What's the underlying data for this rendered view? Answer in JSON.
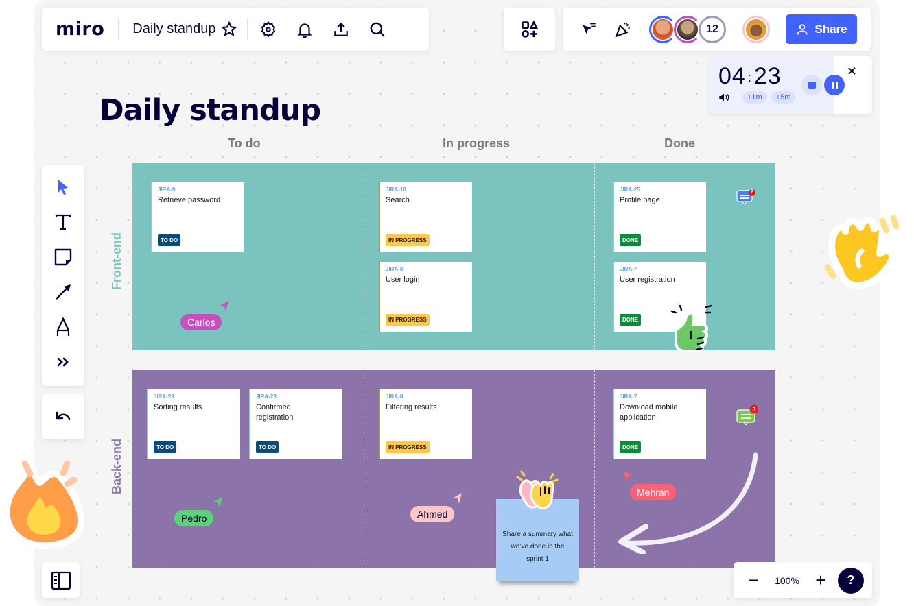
{
  "app": {
    "logo": "miro",
    "board_title": "Daily standup"
  },
  "header": {
    "icons": [
      "star-icon",
      "settings-icon",
      "bell-icon",
      "upload-icon",
      "search-icon"
    ],
    "apps_icon": "shapes-plus-icon",
    "reactions_icons": [
      "cursor-filter-icon",
      "party-popper-icon"
    ],
    "collaborators": [
      {
        "name": "collaborator-1",
        "ring": "#4262ff",
        "skin": "#e6a57e"
      },
      {
        "name": "collaborator-2",
        "ring": "#c14fc1",
        "skin": "#c9a27f"
      }
    ],
    "extra_count": "12",
    "current_user_ring": "#ffc6c6",
    "share_label": "Share"
  },
  "timer": {
    "minutes": "04",
    "seconds": "23",
    "add1": "+1m",
    "add5": "+5m",
    "close": "✕"
  },
  "board": {
    "title": "Daily standup",
    "columns": [
      "To do",
      "In progress",
      "Done"
    ],
    "lanes": [
      {
        "label": "Front-end",
        "color": "#7ac3be",
        "label_color": "#7ac3be",
        "cards": [
          {
            "id": "JIRA-9",
            "title": "Retrieve password",
            "status": "TO DO"
          },
          {
            "id": "JIRA-10",
            "title": "Search",
            "status": "IN PROGRESS"
          },
          {
            "id": "JIRA-8",
            "title": "User login",
            "status": "IN PROGRESS"
          },
          {
            "id": "JIRA-25",
            "title": "Profile page",
            "status": "DONE"
          },
          {
            "id": "JIRA-7",
            "title": "User registration",
            "status": "DONE"
          }
        ],
        "comment_count": "2"
      },
      {
        "label": "Back-end",
        "color": "#8c74aa",
        "label_color": "#8c74aa",
        "cards": [
          {
            "id": "JIRA-23",
            "title": "Sorting results",
            "status": "TO DO"
          },
          {
            "id": "JIRA-23",
            "title": "Confirmed registration",
            "status": "TO DO"
          },
          {
            "id": "JIRA-8",
            "title": "Filtering results",
            "status": "IN PROGRESS"
          },
          {
            "id": "JIRA-7",
            "title": "Download mobile application",
            "status": "DONE"
          }
        ],
        "comment_count": "3"
      }
    ],
    "cursors": [
      {
        "name": "Carlos",
        "color": "#c94fc0"
      },
      {
        "name": "Pedro",
        "color": "#5fd07a"
      },
      {
        "name": "Ahmed",
        "color": "#ffc6c6"
      },
      {
        "name": "Mehran",
        "color": "#ff6073"
      }
    ],
    "sticky_note": "Share a summary what we’ve done in the sprint 1"
  },
  "toolbar": {
    "tools": [
      "select-icon",
      "text-icon",
      "sticky-note-icon",
      "arrow-line-icon",
      "pen-icon",
      "more-tools-icon"
    ],
    "undo": "undo-icon",
    "panel_toggle": "sidebar-panel-icon"
  },
  "zoom": {
    "minus": "−",
    "value": "100%",
    "plus": "+",
    "help": "?"
  }
}
